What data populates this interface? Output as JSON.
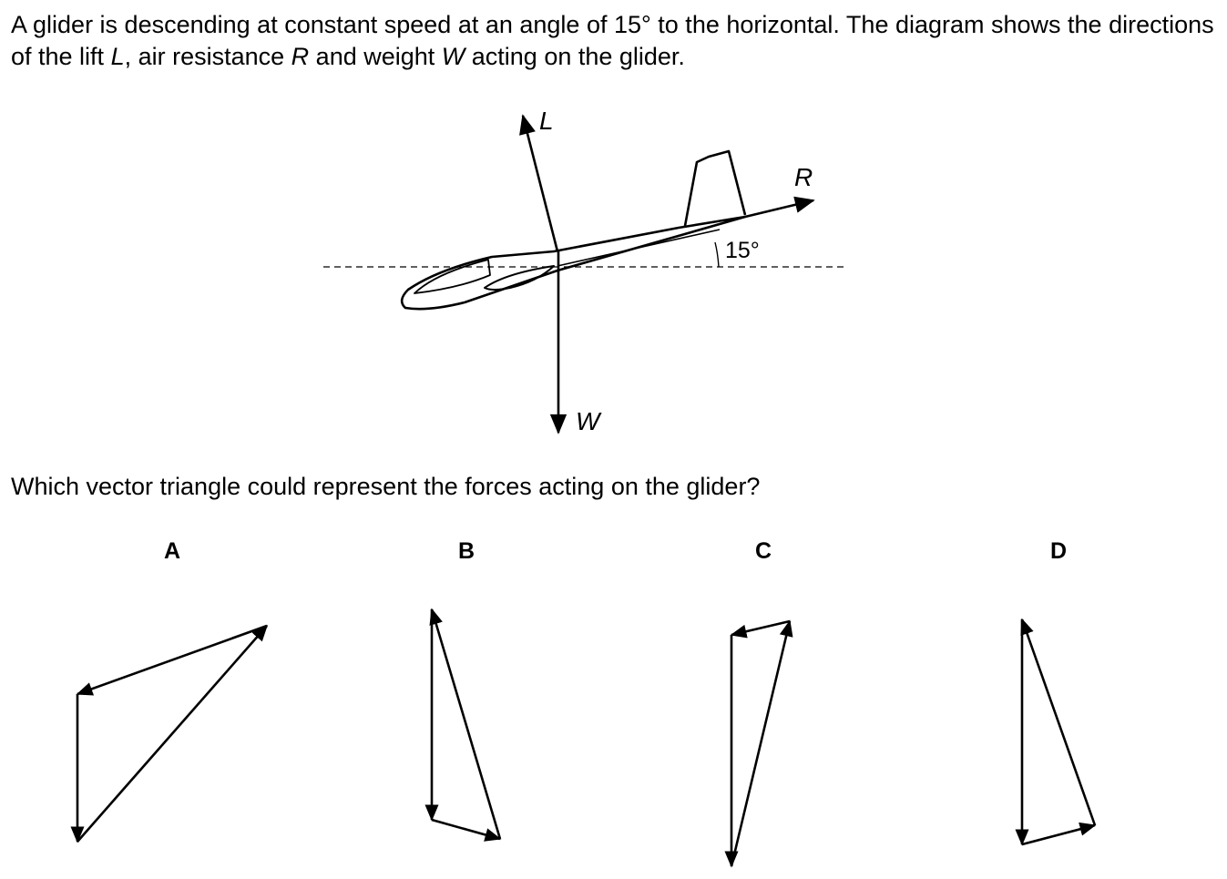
{
  "question": {
    "intro_prefix": "A glider is descending at constant speed at an angle of 15° to the horizontal. The diagram shows the directions of the lift ",
    "symbol_lift": "L",
    "intro_mid1": ", air resistance ",
    "symbol_resistance": "R",
    "intro_mid2": " and weight ",
    "symbol_weight": "W",
    "intro_suffix": " acting on the glider.",
    "prompt": "Which vector triangle could represent the forces acting on the glider?"
  },
  "diagram": {
    "lift_label": "L",
    "resistance_label": "R",
    "weight_label": "W",
    "angle_label": "15°"
  },
  "options": [
    {
      "letter": "A"
    },
    {
      "letter": "B"
    },
    {
      "letter": "C"
    },
    {
      "letter": "D"
    }
  ]
}
